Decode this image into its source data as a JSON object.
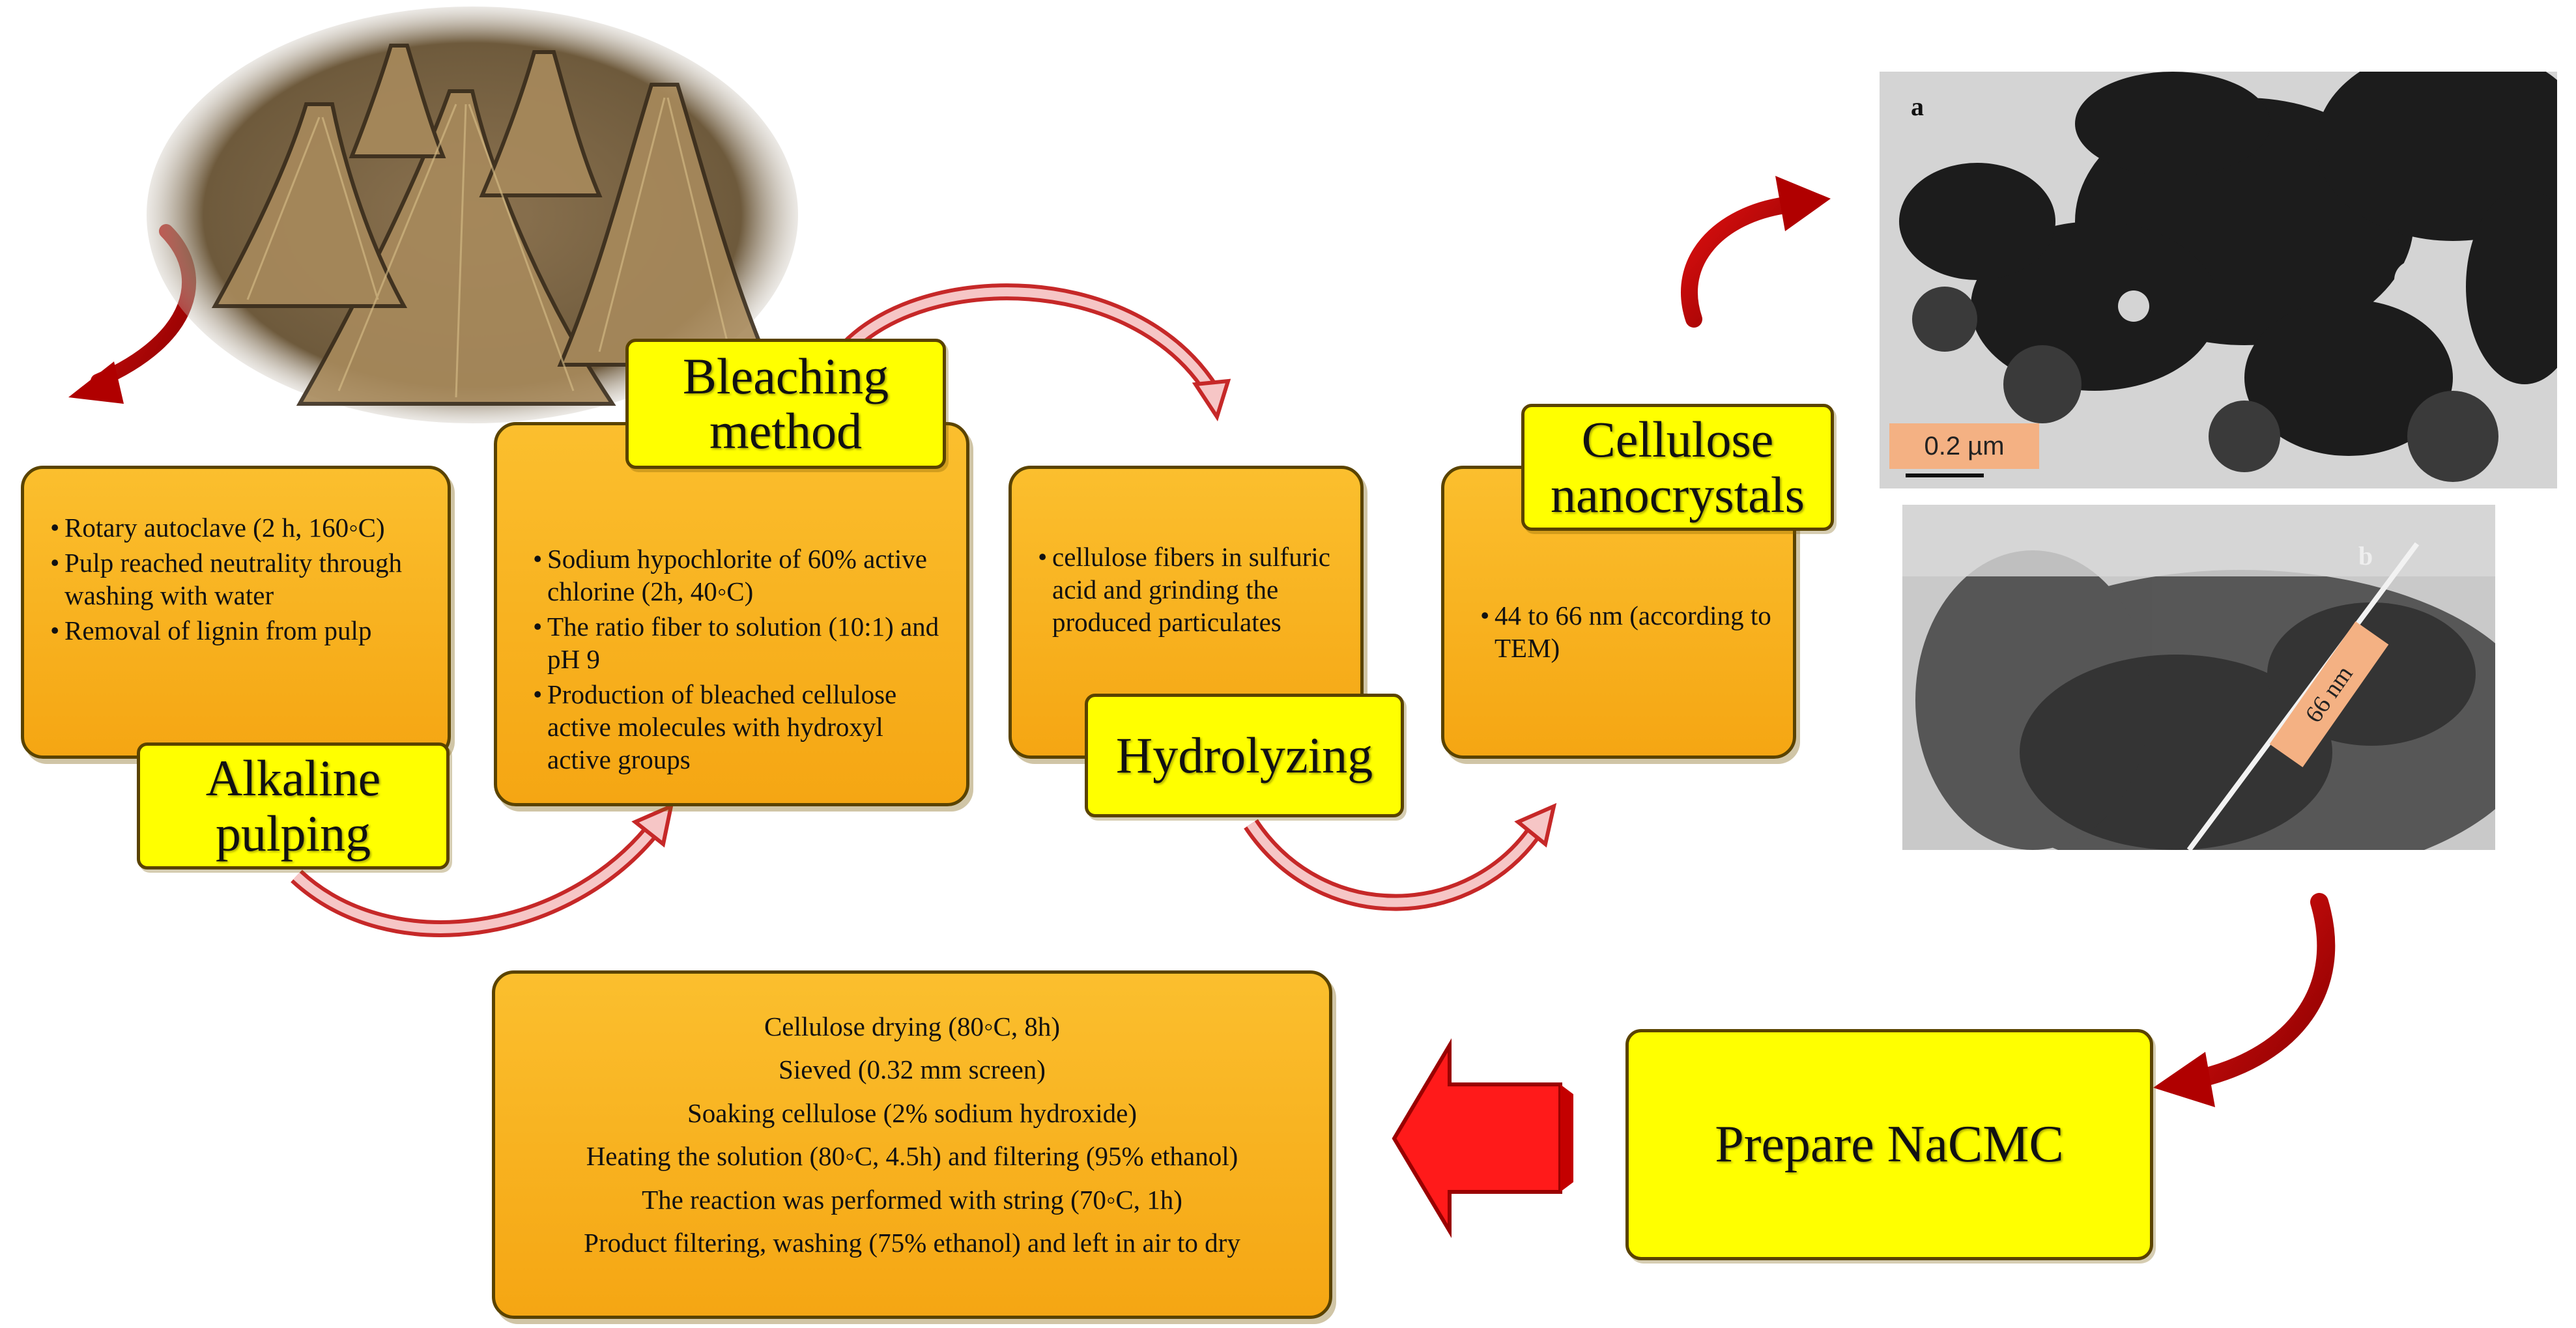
{
  "stages": {
    "alkaline": {
      "label": "Alkaline pulping",
      "bullets": [
        "Rotary autoclave (2 h, 160◦C)",
        "Pulp reached neutrality through washing with water",
        "Removal of lignin from pulp"
      ]
    },
    "bleaching": {
      "label": "Bleaching method",
      "bullets": [
        "Sodium hypochlorite of 60% active chlorine (2h, 40◦C)",
        "The ratio fiber to solution (10:1) and pH 9",
        "Production of bleached cellulose active molecules with hydroxyl active groups"
      ]
    },
    "hydrolyzing": {
      "label": "Hydrolyzing",
      "bullets": [
        "cellulose fibers in sulfuric acid and grinding  the produced particulates"
      ]
    },
    "nanocrystals": {
      "label": "Cellulose nanocrystals",
      "bullets": [
        "44 to 66 nm (according to TEM)"
      ]
    },
    "nacmc": {
      "label": "Prepare NaCMC"
    },
    "steps": [
      "Cellulose drying (80◦C, 8h)",
      "Sieved (0.32 mm screen)",
      "Soaking cellulose (2% sodium hydroxide)",
      "Heating the solution (80◦C, 4.5h) and filtering (95% ethanol)",
      "The reaction was performed with string (70◦C, 1h)",
      "Product filtering, washing  (75% ethanol) and left in air to dry"
    ]
  },
  "micrographs": {
    "a": {
      "panel": "a",
      "scale": "0.2  µm"
    },
    "b": {
      "panel": "b",
      "size": "66 nm"
    }
  },
  "colors": {
    "box_fill": "#f5a613",
    "label_fill": "#ffff00",
    "arrow_red": "#c00000",
    "scale_fill": "#f4b183"
  }
}
